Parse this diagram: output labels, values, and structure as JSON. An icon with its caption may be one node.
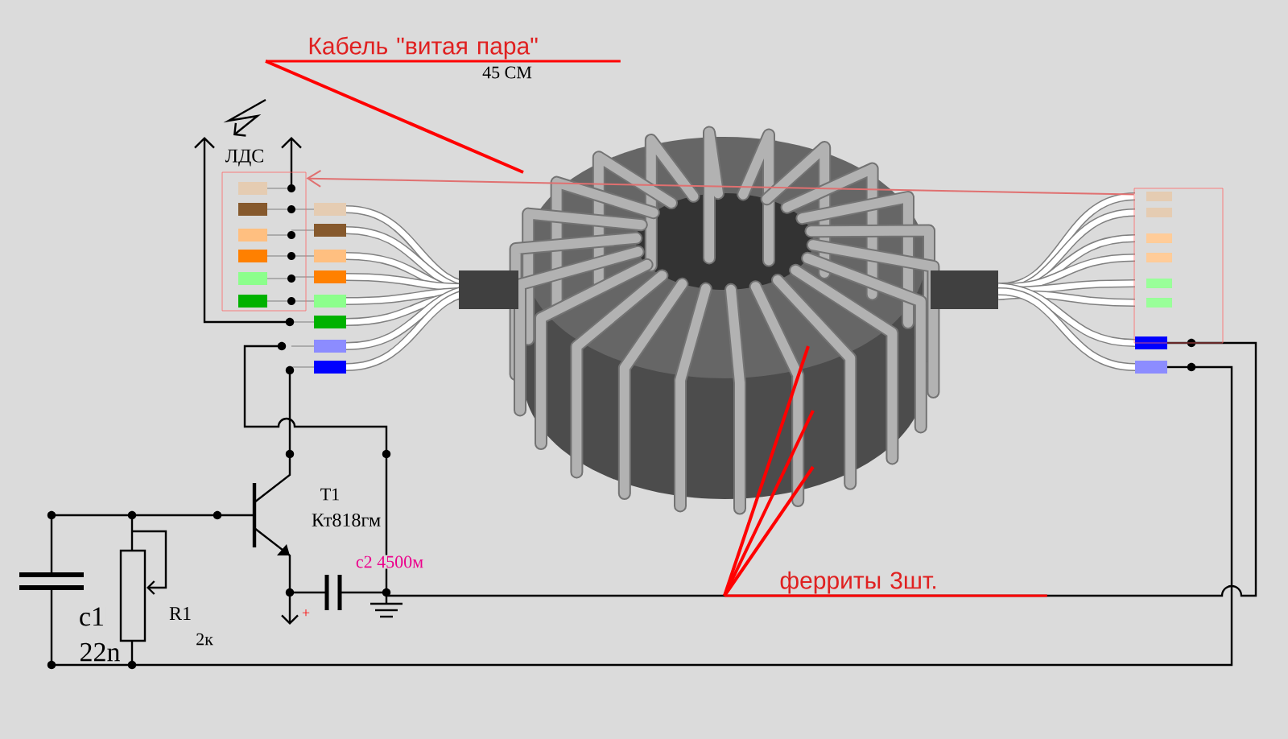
{
  "diagram": {
    "nodes": [
      {
        "text": [
          "Кабель \"витая пара\""
        ]
      },
      {
        "text": [
          "ферриты 3шт."
        ]
      },
      {
        "text": [],
        "shape": "box"
      },
      {
        "text": [],
        "shape": "box"
      }
    ],
    "edges": [
      {
        "from": 0,
        "to": null,
        "arrow": "none"
      },
      {
        "from": 1,
        "to": null,
        "arrow": "none"
      },
      {
        "from": 1,
        "to": null,
        "arrow": "none"
      },
      {
        "from": 1,
        "to": null,
        "arrow": "none"
      },
      {
        "from": 3,
        "to": 2,
        "arrow": "to",
        "color": "#e07070"
      }
    ],
    "labels": [
      "45 СМ",
      "ЛДС",
      "T1",
      "Кт818гм",
      "с2  4500м",
      "c1",
      "22n",
      "R1",
      "2к",
      "+"
    ]
  }
}
